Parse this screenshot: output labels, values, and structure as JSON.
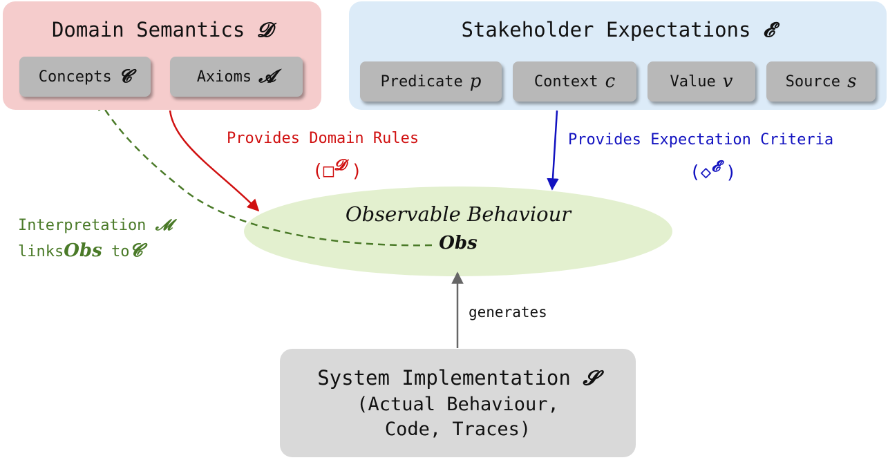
{
  "domain_semantics": {
    "title": "Domain Semantics",
    "symbol": "𝓓",
    "items": [
      {
        "label": "Concepts",
        "symbol": "𝓒"
      },
      {
        "label": "Axioms",
        "symbol": "𝓐"
      }
    ]
  },
  "stakeholder_expectations": {
    "title": "Stakeholder Expectations",
    "symbol": "𝓔",
    "items": [
      {
        "label": "Predicate",
        "symbol": "p"
      },
      {
        "label": "Context",
        "symbol": "c"
      },
      {
        "label": "Value",
        "symbol": "v"
      },
      {
        "label": "Source",
        "symbol": "s"
      }
    ]
  },
  "observable_behaviour": {
    "title": "Observable Behaviour",
    "symbol": "Obs"
  },
  "system_implementation": {
    "title": "System Implementation",
    "symbol": "𝓢",
    "subtitle_line1": "(Actual Behaviour,",
    "subtitle_line2": "Code, Traces)"
  },
  "edges": {
    "domain_rules": {
      "label": "Provides Domain Rules",
      "open": "(□",
      "symbol": "𝓓",
      "close": ")"
    },
    "expectation_criteria": {
      "label": "Provides Expectation Criteria",
      "open": "(◇",
      "symbol": "𝓔",
      "close": ")"
    },
    "generates": {
      "label": "generates"
    },
    "interpretation": {
      "line1": "Interpretation",
      "symbol": "𝓜",
      "links_word": "links",
      "obs": "Obs",
      "to_word": "to",
      "concept_symbol": "𝓒"
    }
  },
  "colors": {
    "domain_panel": "#f5cccc",
    "stakeholder_panel": "#dcebf8",
    "system_panel": "#d9d9d9",
    "chip": "#b8b8b8",
    "ellipse": "#e3f0cf",
    "red_arrow": "#d01010",
    "blue_arrow": "#1212c0",
    "green_arrow": "#4a7a28",
    "gray_arrow": "#666666"
  }
}
